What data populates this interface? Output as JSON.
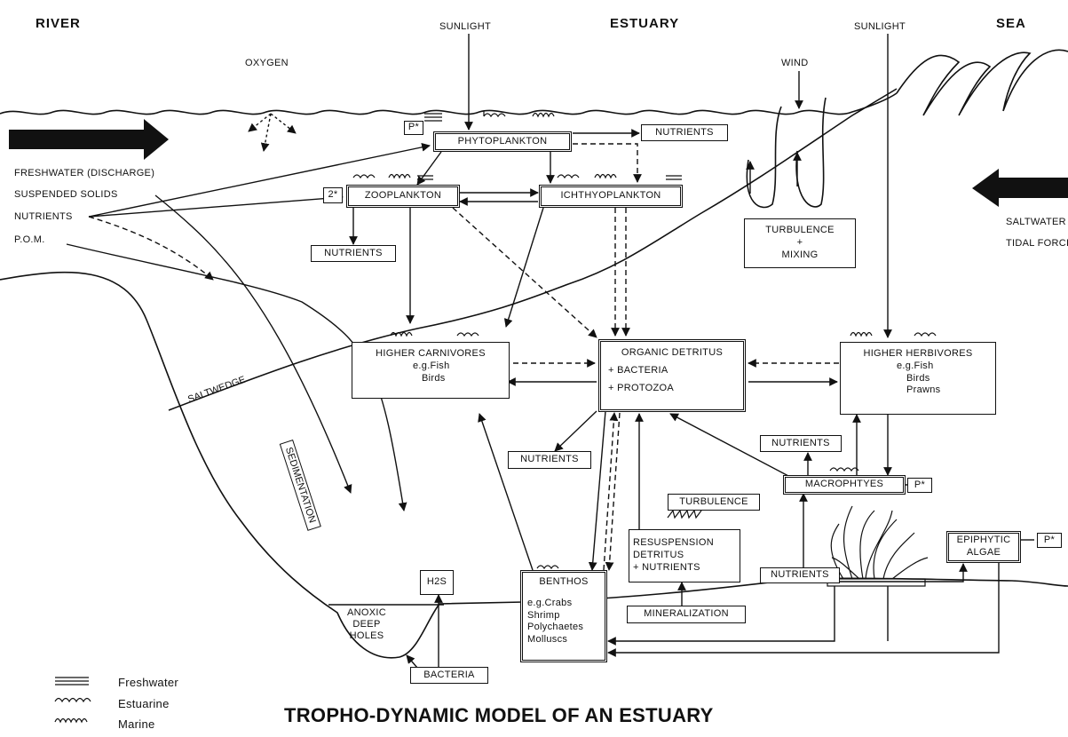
{
  "title": "TROPHO-DYNAMIC MODEL OF AN ESTUARY",
  "regions": {
    "river": "RIVER",
    "estuary": "ESTUARY",
    "sea": "SEA"
  },
  "inputs": {
    "sunlight_left": "SUNLIGHT",
    "sunlight_right": "SUNLIGHT",
    "oxygen": "OXYGEN",
    "wind": "WIND",
    "river_flows": [
      "FRESHWATER (DISCHARGE)",
      "SUSPENDED SOLIDS",
      "NUTRIENTS",
      "P.O.M."
    ],
    "sea_flows": [
      "SALTWATER",
      "TIDAL FORCI"
    ]
  },
  "boxes": {
    "p_star_top": "P*",
    "phytoplankton": "PHYTOPLANKTON",
    "nutrients_top": "NUTRIENTS",
    "two_star": "2*",
    "zooplankton": "ZOOPLANKTON",
    "ichthyoplankton": "ICHTHYOPLANKTON",
    "nutrients_zoo": "NUTRIENTS",
    "turbulence_mixing": [
      "TURBULENCE",
      "+",
      "MIXING"
    ],
    "higher_carnivores": {
      "title": "HIGHER CARNIVORES",
      "lines": [
        "e.g.Fish",
        "Birds"
      ]
    },
    "organic_detritus": {
      "title": "ORGANIC DETRITUS",
      "lines": [
        "+ BACTERIA",
        "+ PROTOZOA"
      ]
    },
    "higher_herbivores": {
      "title": "HIGHER HERBIVORES",
      "lines": [
        "e.g.Fish",
        "Birds",
        "Prawns"
      ]
    },
    "nutrients_mid": "NUTRIENTS",
    "nutrients_macro": "NUTRIENTS",
    "macrophytes": "MACROPHTYES",
    "p_star_macro": "P*",
    "turbulence": "TURBULENCE",
    "resuspension": [
      "RESUSPENSION",
      "DETRITUS",
      "+ NUTRIENTS"
    ],
    "epiphytic_algae": [
      "EPIPHYTIC",
      "ALGAE"
    ],
    "p_star_epi": "P*",
    "nutrients_bottom": "NUTRIENTS",
    "h2s": "H2S",
    "benthos": {
      "title": "BENTHOS",
      "lines": [
        "e.g.Crabs",
        "Shrimp",
        "Polychaetes",
        "Molluscs"
      ]
    },
    "mineralization": "MINERALIZATION",
    "bacteria": "BACTERIA"
  },
  "labels": {
    "saltwedge": "SALTWEDGE",
    "sedimentation": "SEDIMENTATION",
    "anoxic": [
      "ANOXIC",
      "DEEP",
      "HOLES"
    ]
  },
  "legend": [
    {
      "symbol": "freshwater-wave",
      "label": "Freshwater"
    },
    {
      "symbol": "estuarine-loop",
      "label": "Estuarine"
    },
    {
      "symbol": "marine-wave",
      "label": "Marine"
    }
  ],
  "colors": {
    "ink": "#111111",
    "paper": "#ffffff"
  }
}
